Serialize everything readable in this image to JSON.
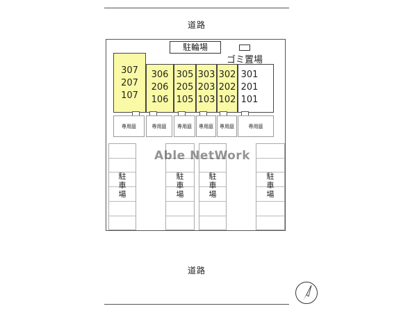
{
  "roads": {
    "top": "道路",
    "bottom": "道路"
  },
  "bicycle_parking": "駐輪場",
  "trash_area": "ゴミ置場",
  "watermark": "Able NetWork",
  "units": [
    {
      "top": "307",
      "mid": "207",
      "bot": "107"
    },
    {
      "top": "306",
      "mid": "206",
      "bot": "106"
    },
    {
      "top": "305",
      "mid": "205",
      "bot": "105"
    },
    {
      "top": "303",
      "mid": "203",
      "bot": "103"
    },
    {
      "top": "302",
      "mid": "202",
      "bot": "102"
    },
    {
      "top": "301",
      "mid": "201",
      "bot": "101"
    }
  ],
  "private_yard": "専用庭",
  "parking_label": "駐車場",
  "colors": {
    "unit_fill": "#fafaa6",
    "line": "#555555"
  },
  "icons": {
    "compass": "north-arrow-icon"
  }
}
